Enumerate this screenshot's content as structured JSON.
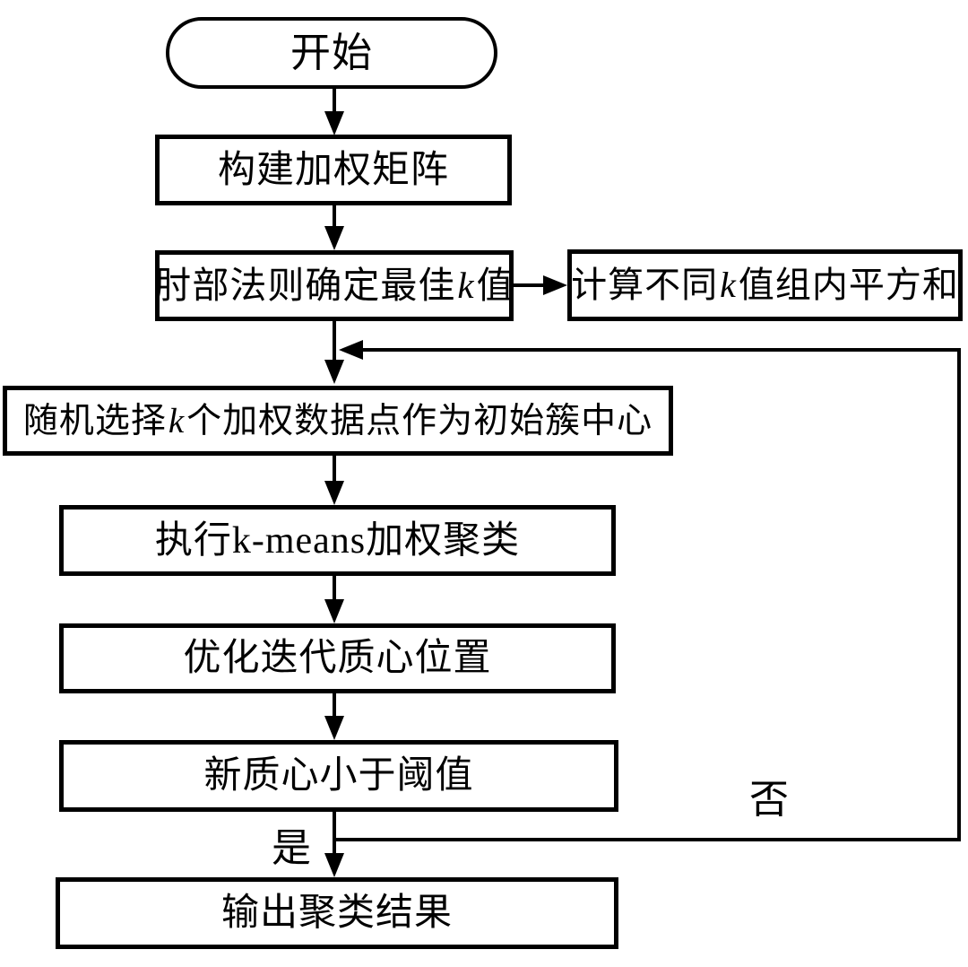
{
  "nodes": {
    "start": {
      "label": "开始"
    },
    "build_matrix": {
      "label": "构建加权矩阵"
    },
    "elbow": {
      "pre": "肘部法则确定最佳",
      "k": "k",
      "post": "值"
    },
    "wss": {
      "pre": "计算不同",
      "k": "k",
      "post": "值组内平方和"
    },
    "init_centers": {
      "pre": "随机选择",
      "k": "k",
      "post": "个加权数据点作为初始簇中心"
    },
    "run_kmeans": {
      "pre": "执行",
      "k": "k-means",
      "post": "加权聚类"
    },
    "optimize": {
      "label": "优化迭代质心位置"
    },
    "threshold": {
      "label": "新质心小于阈值"
    },
    "output": {
      "label": "输出聚类结果"
    }
  },
  "branch_labels": {
    "yes": "是",
    "no": "否"
  },
  "colors": {
    "stroke": "#000000",
    "text": "#000000",
    "background": "#ffffff"
  }
}
